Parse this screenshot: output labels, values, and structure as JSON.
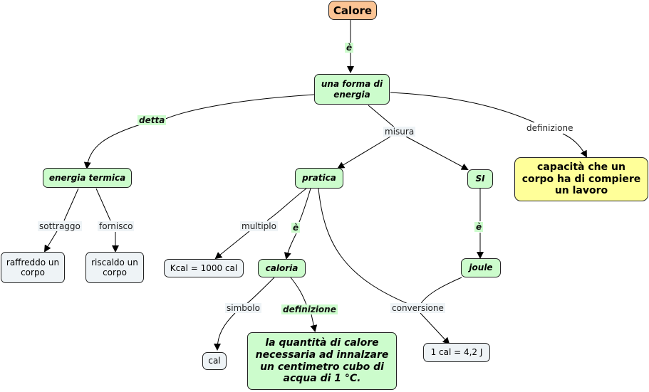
{
  "nodes": {
    "calore": "Calore",
    "forma_energia": "una forma di energia",
    "energia_termica": "energia termica",
    "pratica": "pratica",
    "si": "SI",
    "capacita": "capacità che un corpo ha di compiere un lavoro",
    "raffreddo": "raffreddo un corpo",
    "riscaldo": "riscaldo un corpo",
    "kcal": "Kcal = 1000 cal",
    "caloria": "caloria",
    "joule": "joule",
    "cal": "cal",
    "definizione_caloria": "la quantità di calore necessaria ad innalzare un centimetro cubo di acqua di 1 °C.",
    "conversione_value": "1 cal = 4,2 J"
  },
  "links": {
    "e1": "è",
    "detta": "detta",
    "misura": "misura",
    "definizione1": "definizione",
    "sottraggo": "sottraggo",
    "fornisco": "fornisco",
    "multiplo": "multiplo",
    "e2": "è",
    "e3": "è",
    "simbolo": "simbolo",
    "definizione2": "definizione",
    "conversione": "conversione"
  },
  "colors": {
    "root": "#fbc494",
    "concept": "#ccfccc",
    "leaf": "#eef3f6",
    "definition": "#ffff99"
  }
}
